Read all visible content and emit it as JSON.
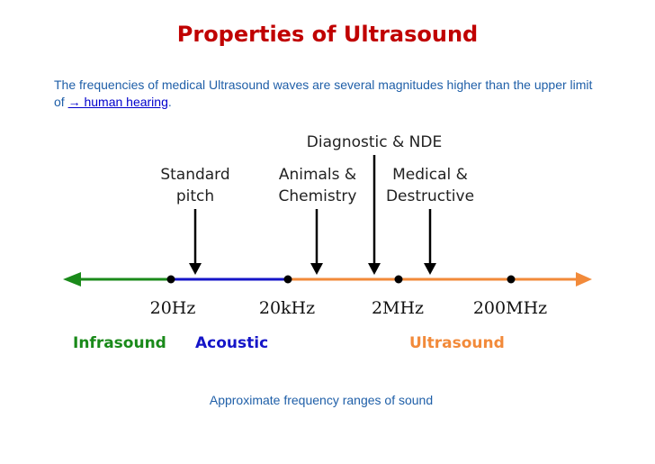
{
  "title": "Properties of Ultrasound",
  "intro": {
    "text_before": "The frequencies of medical Ultrasound waves are several magnitudes higher than the upper limit of ",
    "link_text": "→ human hearing",
    "text_after": "."
  },
  "diagram": {
    "top_label": "Diagnostic & NDE",
    "markers": [
      {
        "line1": "Standard",
        "line2": "pitch"
      },
      {
        "line1": "Animals &",
        "line2": "Chemistry"
      },
      {
        "line1": "Medical &",
        "line2": "Destructive"
      }
    ],
    "ticks": [
      "20Hz",
      "20kHz",
      "2MHz",
      "200MHz"
    ],
    "ranges": [
      {
        "label": "Infrasound",
        "color": "#1a8a1a"
      },
      {
        "label": "Acoustic",
        "color": "#1515c8"
      },
      {
        "label": "Ultrasound",
        "color": "#f28a3a"
      }
    ]
  },
  "caption": "Approximate frequency ranges of sound"
}
